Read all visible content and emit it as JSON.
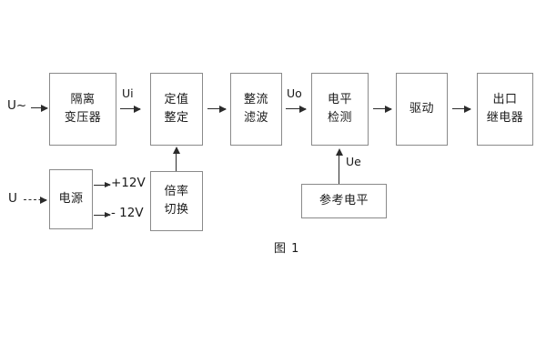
{
  "figure": {
    "caption": "图 1"
  },
  "inputs": {
    "ac_input_label": "U~",
    "dc_input_label": "U"
  },
  "signals": {
    "ui": "Ui",
    "uo": "Uo",
    "ue": "Ue",
    "pos12v": "+12V",
    "neg12v": "- 12V"
  },
  "blocks": {
    "isolation_transformer": {
      "line1": "隔离",
      "line2": "变压器"
    },
    "setting_value": {
      "line1": "定值",
      "line2": "整定"
    },
    "rectify_filter": {
      "line1": "整流",
      "line2": "滤波"
    },
    "level_detection": {
      "line1": "电平",
      "line2": "检测"
    },
    "drive": {
      "line1": "驱动"
    },
    "output_relay": {
      "line1": "出口",
      "line2": "继电器"
    },
    "power_supply": {
      "line1": "电源"
    },
    "ratio_switch": {
      "line1": "倍率",
      "line2": "切换"
    },
    "reference_level": {
      "line1": "参考电平"
    }
  },
  "colors": {
    "box_border": "#8a8a8a",
    "arrow": "#2b2b2b",
    "text": "#1a1a1a",
    "background": "#ffffff"
  }
}
